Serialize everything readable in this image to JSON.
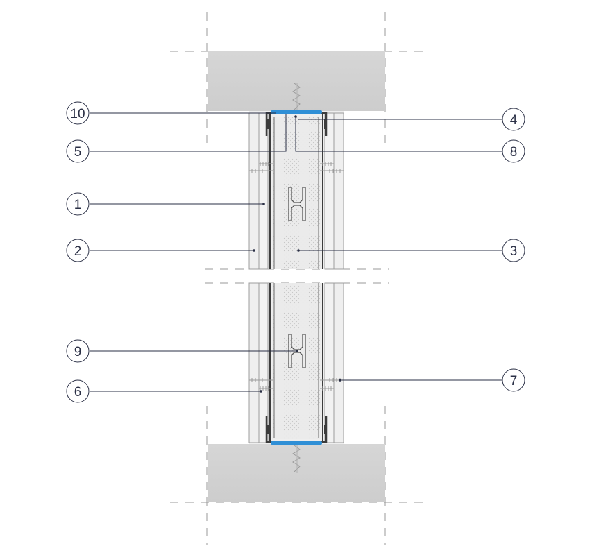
{
  "callouts": [
    {
      "id": "c10",
      "label": "10"
    },
    {
      "id": "c5",
      "label": "5"
    },
    {
      "id": "c1",
      "label": "1"
    },
    {
      "id": "c2",
      "label": "2"
    },
    {
      "id": "c9",
      "label": "9"
    },
    {
      "id": "c6",
      "label": "6"
    },
    {
      "id": "c4",
      "label": "4"
    },
    {
      "id": "c8",
      "label": "8"
    },
    {
      "id": "c3",
      "label": "3"
    },
    {
      "id": "c7",
      "label": "7"
    }
  ],
  "colors": {
    "concrete": "#d2d2d2",
    "board": "#ececec",
    "insulation": "#e9e9e9",
    "profile": "#3c3c3c",
    "seal": "#2f8fd6",
    "leader": "#2a2f45",
    "hidden_line": "#8a8a8a"
  }
}
